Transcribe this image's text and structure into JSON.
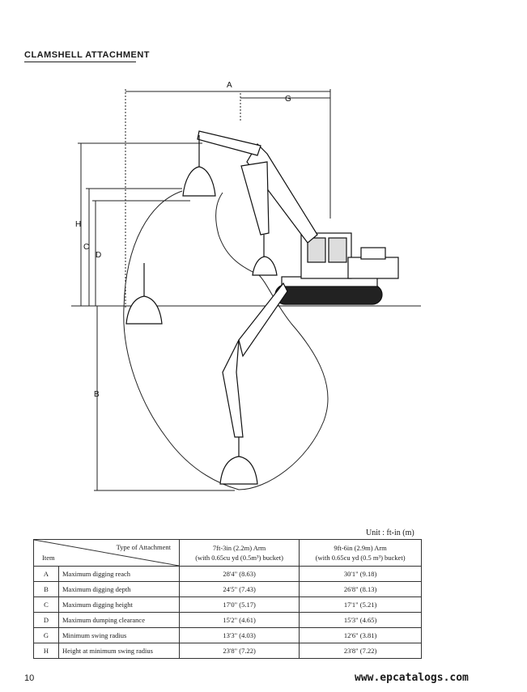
{
  "section_title": "CLAMSHELL ATTACHMENT",
  "diagram": {
    "dimension_labels": {
      "a": "A",
      "g": "G",
      "h": "H",
      "c": "C",
      "d": "D",
      "b": "B"
    }
  },
  "unit_note": "Unit : ft-in (m)",
  "table": {
    "header": {
      "type_of_attachment": "Type of Attachment",
      "item": "Item",
      "col1_line1": "7ft-3in (2.2m) Arm",
      "col1_line2": "(with 0.65cu yd (0.5m³) bucket)",
      "col2_line1": "9ft-6in (2.9m) Arm",
      "col2_line2": "(with 0.65cu yd (0.5 m³) bucket)"
    },
    "rows": [
      {
        "key": "A",
        "name": "Maximum digging reach",
        "v1": "28'4\" (8.63)",
        "v2": "30'1\" (9.18)"
      },
      {
        "key": "B",
        "name": "Maximum digging depth",
        "v1": "24'5\" (7.43)",
        "v2": "26'8\" (8.13)"
      },
      {
        "key": "C",
        "name": "Maximum digging height",
        "v1": "17'0\" (5.17)",
        "v2": "17'1\" (5.21)"
      },
      {
        "key": "D",
        "name": "Maximum dumping clearance",
        "v1": "15'2\" (4.61)",
        "v2": "15'3\" (4.65)"
      },
      {
        "key": "G",
        "name": "Minimum swing radius",
        "v1": "13'3\" (4.03)",
        "v2": "12'6\" (3.81)"
      },
      {
        "key": "H",
        "name": "Height at minimum swing radius",
        "v1": "23'8\" (7.22)",
        "v2": "23'8\" (7.22)"
      }
    ]
  },
  "page_number": "10",
  "watermark": "www.epcatalogs.com"
}
